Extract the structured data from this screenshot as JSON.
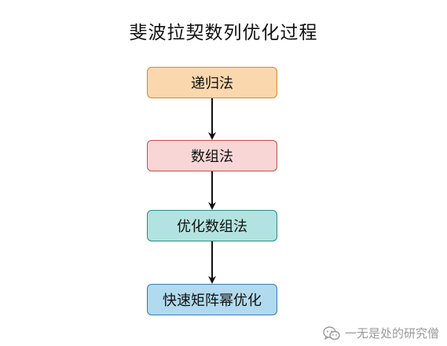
{
  "title": "斐波拉契数列优化过程",
  "nodes": [
    {
      "label": "递归法",
      "fill": "#fad7ac",
      "stroke": "#d48a2c"
    },
    {
      "label": "数组法",
      "fill": "#f8d6d6",
      "stroke": "#c0504d"
    },
    {
      "label": "优化数组法",
      "fill": "#b3e3e0",
      "stroke": "#2b8a86"
    },
    {
      "label": "快速矩阵幂优化",
      "fill": "#b1daee",
      "stroke": "#3a7bb0"
    }
  ],
  "edges": [
    {
      "from": 0,
      "to": 1
    },
    {
      "from": 1,
      "to": 2
    },
    {
      "from": 2,
      "to": 3
    }
  ],
  "colors": {
    "arrow": "#111111",
    "watermark_text": "#9a9a9a"
  },
  "watermark": {
    "icon": "wechat-icon",
    "text": "一无是处的研究僧"
  }
}
